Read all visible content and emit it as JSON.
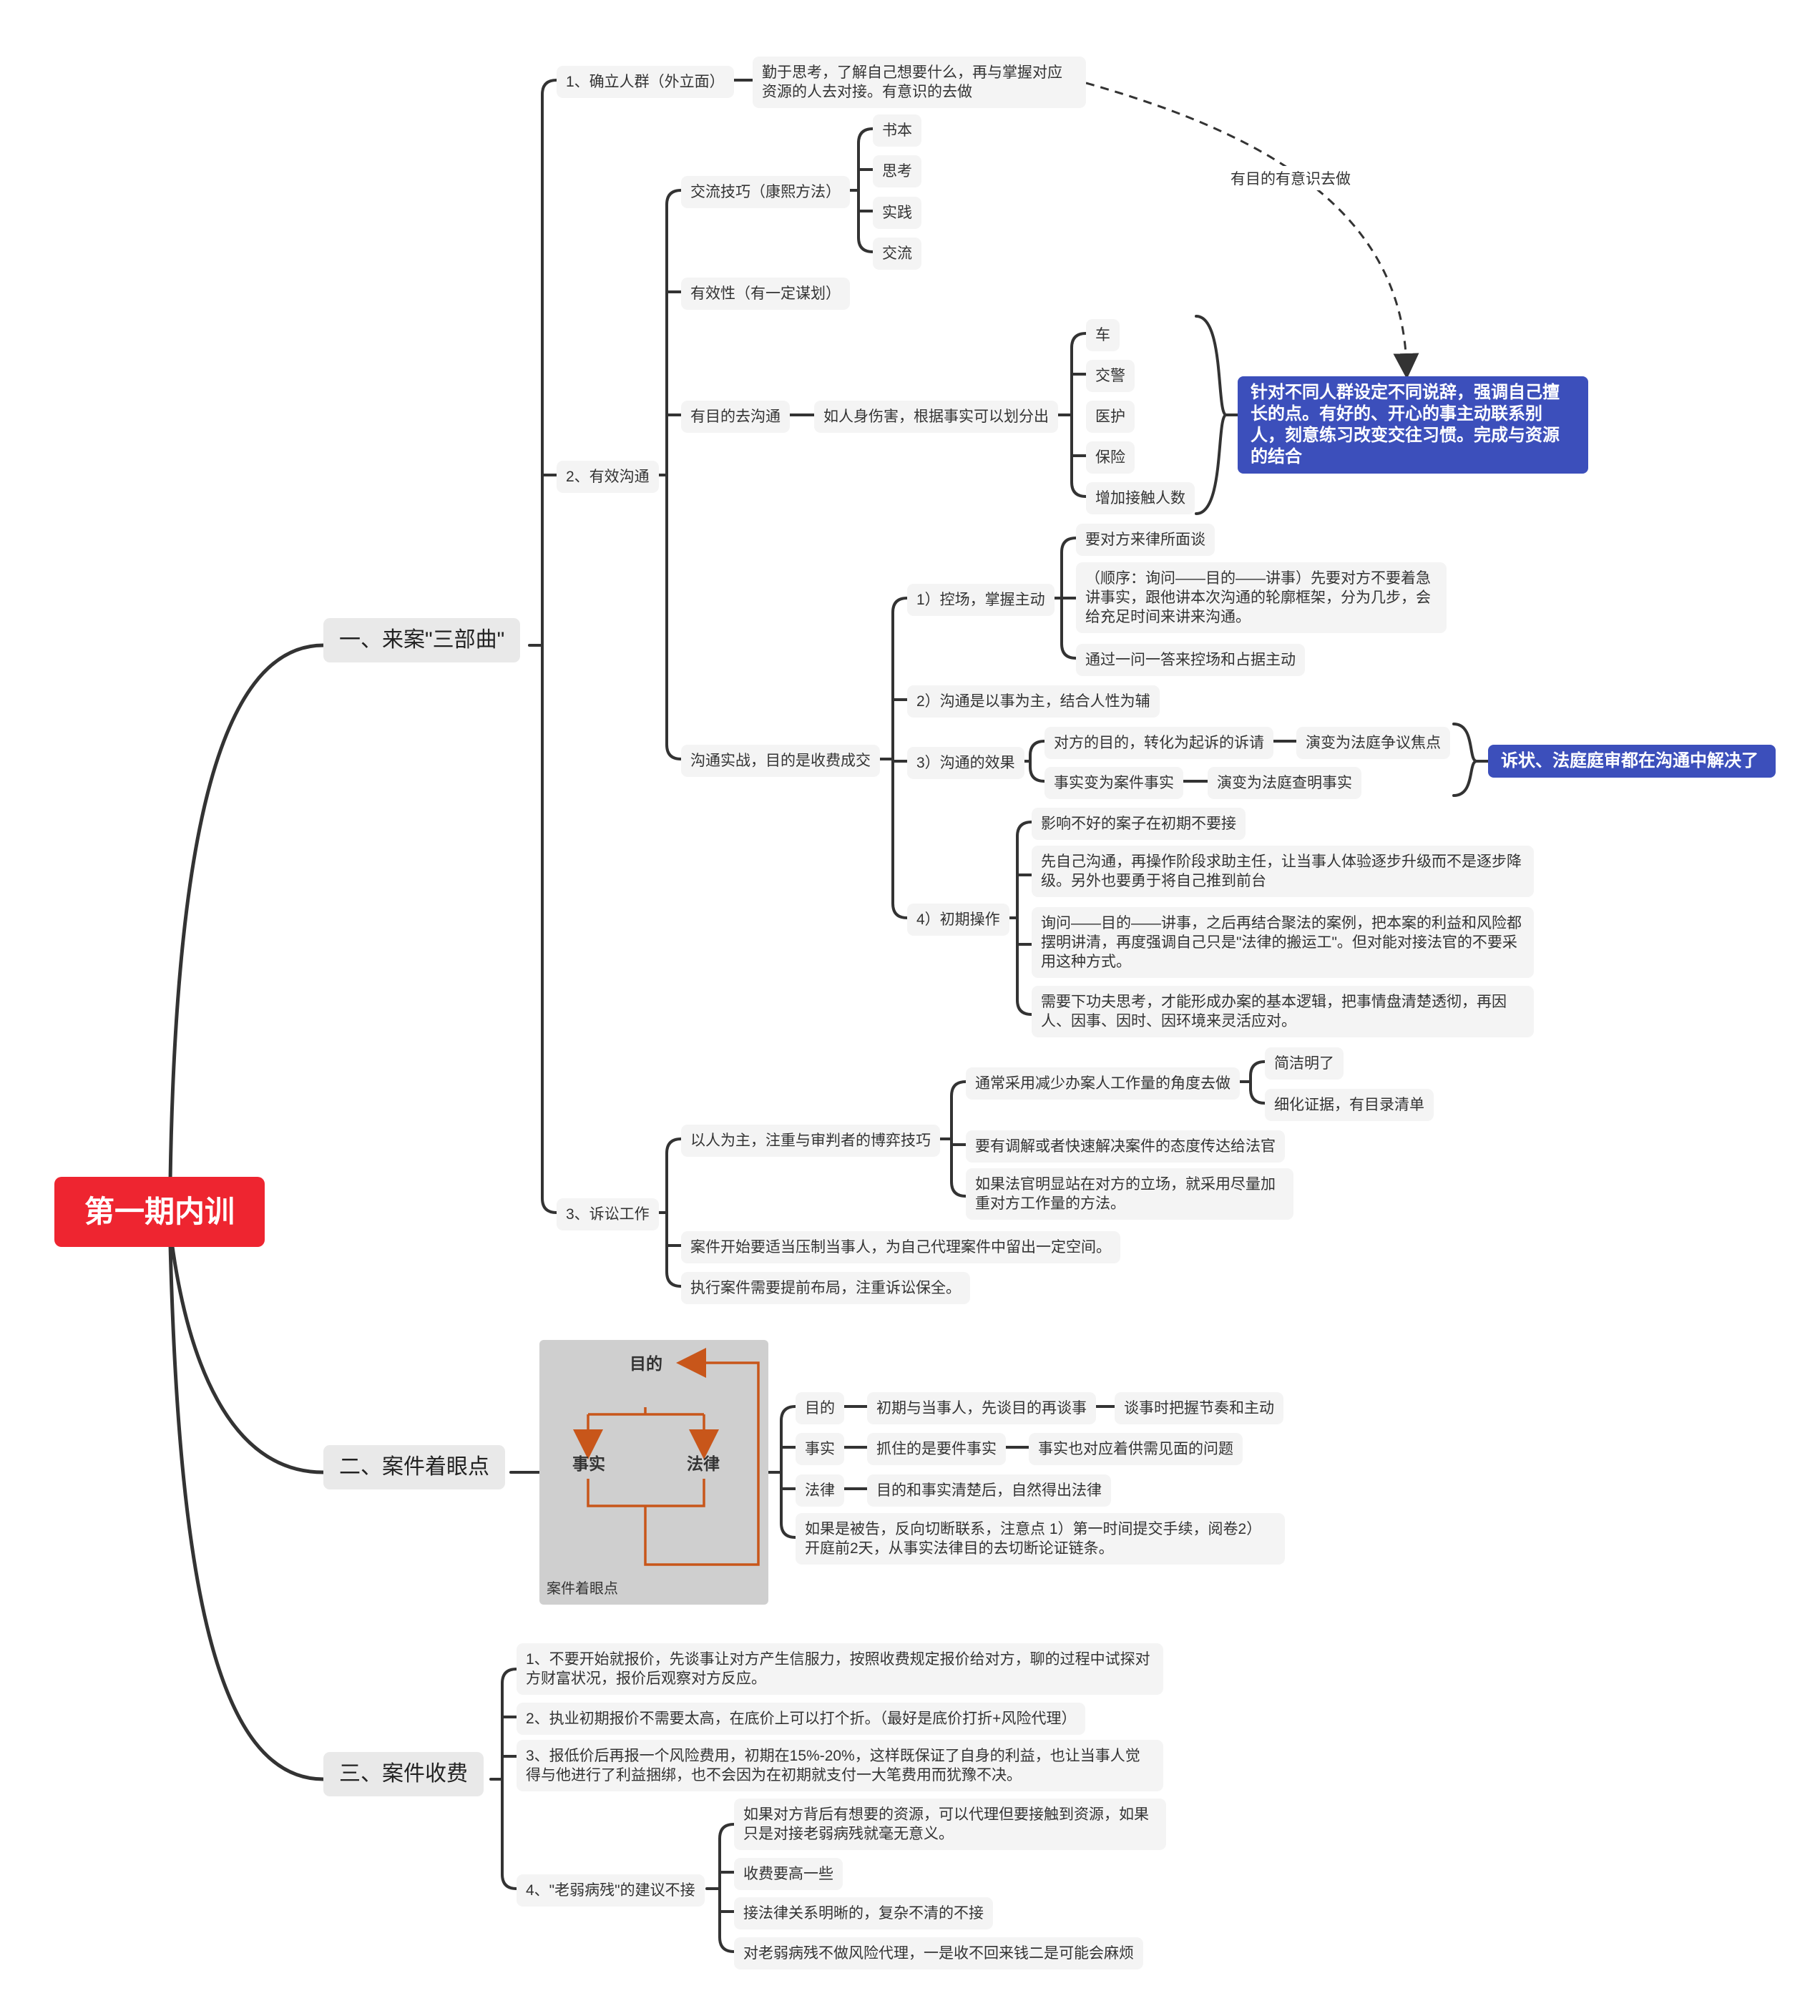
{
  "root": {
    "label": "第一期内训"
  },
  "sec1": {
    "label": "一、来案\"三部曲\"",
    "s1": {
      "label": "1、确立人群（外立面）",
      "detail": "勤于思考，了解自己想要什么，再与掌握对应资源的人去对接。有意识的去做"
    },
    "s2": {
      "label": "2、有效沟通",
      "jiaoliu": {
        "label": "交流技巧（康熙方法）",
        "items": [
          "书本",
          "思考",
          "实践",
          "交流"
        ]
      },
      "youxiao": "有效性（有一定谋划）",
      "mudi": {
        "label": "有目的去沟通",
        "sub": "如人身伤害，根据事实可以划分出",
        "items": [
          "车",
          "交警",
          "医护",
          "保险",
          "增加接触人数"
        ]
      },
      "shizhan": {
        "label": "沟通实战，目的是收费成交",
        "k1": {
          "label": "1）控场，掌握主动",
          "items": [
            "要对方来律所面谈",
            "（顺序：询问——目的——讲事）先要对方不要着急讲事实，跟他讲本次沟通的轮廓框架，分为几步，会给充足时间来讲来沟通。",
            "通过一问一答来控场和占据主动"
          ]
        },
        "k2": "2）沟通是以事为主，结合人性为辅",
        "k3": {
          "label": "3）沟通的效果",
          "a": "对方的目的，转化为起诉的诉请",
          "a2": "演变为法庭争议焦点",
          "b": "事实变为案件事实",
          "b2": "演变为法庭查明事实"
        },
        "k4": {
          "label": "4）初期操作",
          "items": [
            "影响不好的案子在初期不要接",
            "先自己沟通，再操作阶段求助主任，让当事人体验逐步升级而不是逐步降级。另外也要勇于将自己推到前台",
            "询问——目的——讲事，之后再结合聚法的案例，把本案的利益和风险都摆明讲清，再度强调自己只是\"法律的搬运工\"。但对能对接法官的不要采用这种方式。",
            "需要下功夫思考，才能形成办案的基本逻辑，把事情盘清楚透彻，再因人、因事、因时、因环境来灵活应对。"
          ]
        }
      }
    },
    "s3": {
      "label": "3、诉讼工作",
      "a": {
        "label": "以人为主，注重与审判者的博弈技巧",
        "t1": "通常采用减少办案人工作量的角度去做",
        "t1a": "简洁明了",
        "t1b": "细化证据，有目录清单",
        "t2": "要有调解或者快速解决案件的态度传达给法官",
        "t3": "如果法官明显站在对方的立场，就采用尽量加重对方工作量的方法。"
      },
      "b": "案件开始要适当压制当事人，为自己代理案件中留出一定空间。",
      "c": "执行案件需要提前布局，注重诉讼保全。"
    },
    "summary1": "针对不同人群设定不同说辞，强调自己擅长的点。有好的、开心的事主动联系别人，刻意练习改变交往习惯。完成与资源的结合",
    "summary2": "诉状、法庭庭审都在沟通中解决了",
    "relation": "有目的有意识去做"
  },
  "sec2": {
    "label": "二、案件着眼点",
    "image": {
      "top": "目的",
      "left": "事实",
      "right": "法律",
      "caption": "案件着眼点"
    },
    "rows": [
      {
        "a": "目的",
        "b": "初期与当事人，先谈目的再谈事",
        "c": "谈事时把握节奏和主动"
      },
      {
        "a": "事实",
        "b": "抓住的是要件事实",
        "c": "事实也对应着供需见面的问题"
      },
      {
        "a": "法律",
        "b": "目的和事实清楚后，自然得出法律"
      }
    ],
    "note": "如果是被告，反向切断联系，注意点 1）第一时间提交手续，阅卷2）开庭前2天，从事实法律目的去切断论证链条。"
  },
  "sec3": {
    "label": "三、案件收费",
    "items": [
      "1、不要开始就报价，先谈事让对方产生信服力，按照收费规定报价给对方，聊的过程中试探对方财富状况，报价后观察对方反应。",
      "2、执业初期报价不需要太高，在底价上可以打个折。（最好是底价打折+风险代理）",
      "3、报低价后再报一个风险费用，初期在15%-20%，这样既保证了自身的利益，也让当事人觉得与他进行了利益捆绑，也不会因为在初期就支付一大笔费用而犹豫不决。"
    ],
    "s4": {
      "label": "4、\"老弱病残\"的建议不接",
      "items": [
        "如果对方背后有想要的资源，可以代理但要接触到资源，如果只是对接老弱病残就毫无意义。",
        "收费要高一些",
        "接法律关系明晰的，复杂不清的不接",
        "对老弱病残不做风险代理，一是收不回来钱二是可能会麻烦"
      ]
    }
  },
  "colors": {
    "root": "#ee2530",
    "highlight": "#3c4fbb",
    "line": "#333333",
    "imageArrow": "#c8561a",
    "nodeBg": "#f4f4f4"
  }
}
